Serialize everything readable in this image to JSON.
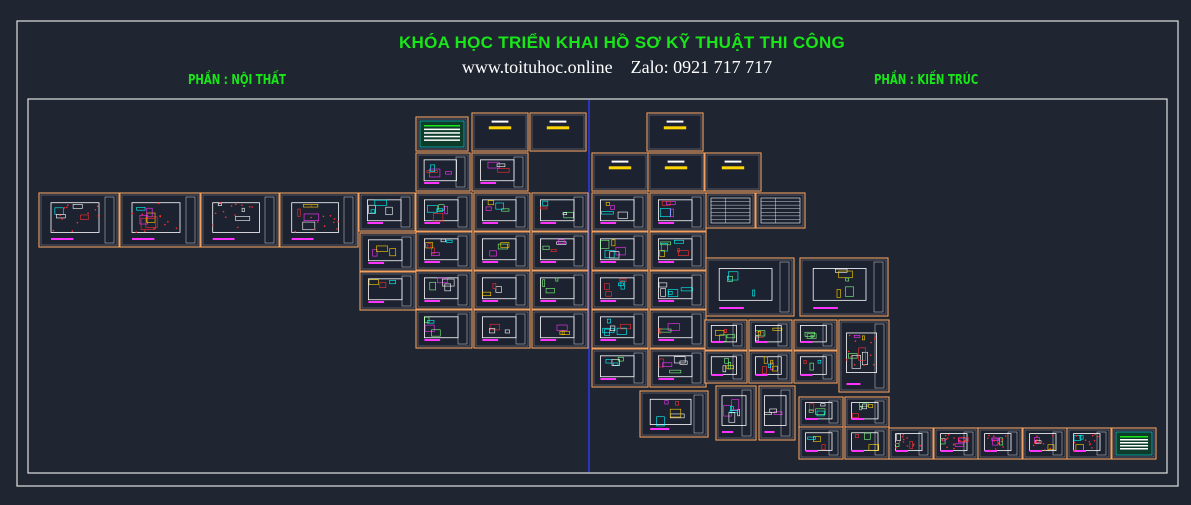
{
  "header": {
    "title": "KHÓA HỌC TRIỂN KHAI HỒ SƠ KỸ THUẬT THI CÔNG",
    "website": "www.toituhoc.online",
    "contact": "Zalo: 0921 717 717"
  },
  "sections": {
    "interior": "PHẦN : NỘI THẤT",
    "architecture": "PHẦN : KIẾN TRÚC"
  },
  "colors": {
    "background": "#202631",
    "title_green": "#19e619",
    "sheet_border": "#f0a060",
    "frame_white": "#e8e8e8",
    "divider_blue": "#2a3cff",
    "accent_magenta": "#ff33ff",
    "accent_yellow": "#ffd400",
    "accent_cyan": "#00ffff",
    "accent_red": "#ff3030"
  }
}
